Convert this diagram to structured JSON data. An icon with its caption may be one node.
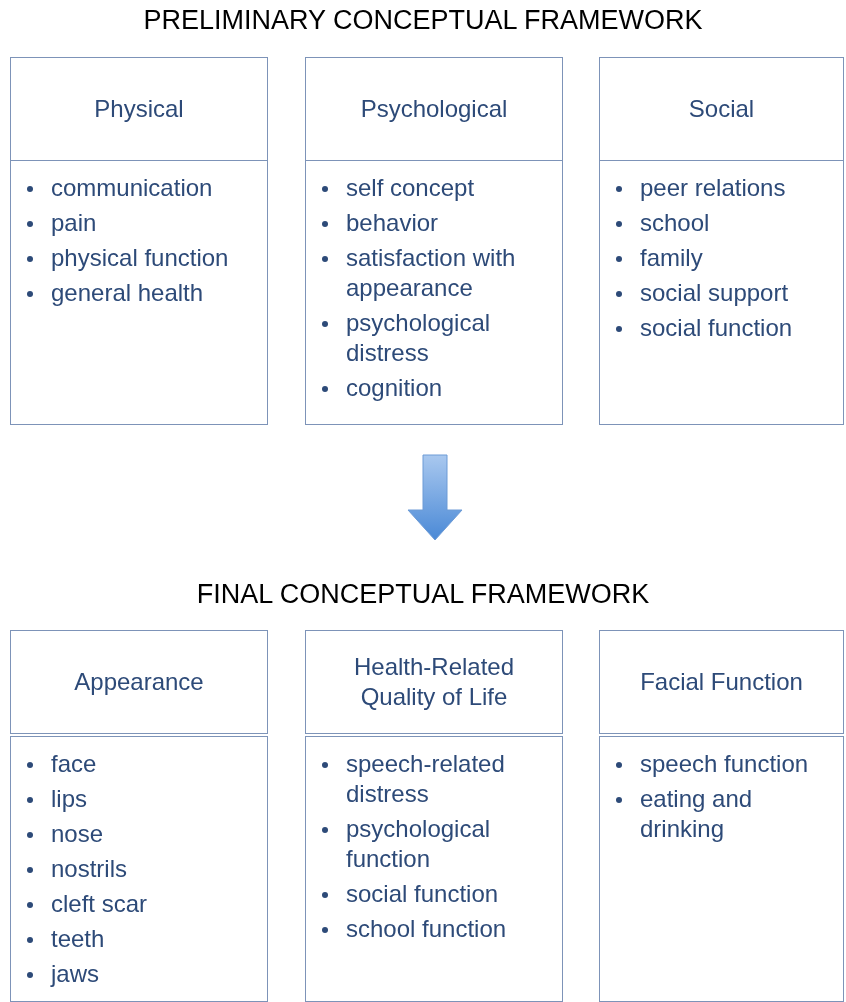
{
  "diagram": {
    "nodes": [
      {
        "text": [
          "PRELIMINARY CONCEPTUAL FRAMEWORK"
        ]
      },
      {
        "text": [
          "Physical",
          "communication",
          "pain",
          "physical function",
          "general health"
        ],
        "in": 0
      },
      {
        "text": [
          "Psychological",
          "self concept",
          "behavior",
          "satisfaction with appearance",
          "psychological distress",
          "cognition"
        ],
        "in": 0
      },
      {
        "text": [
          "Social",
          "peer relations",
          "school",
          "family",
          "social support",
          "social function"
        ],
        "in": 0
      },
      {
        "text": [
          "FINAL CONCEPTUAL FRAMEWORK"
        ]
      },
      {
        "text": [
          "Appearance",
          "face",
          "lips",
          "nose",
          "nostrils",
          "cleft scar",
          "teeth",
          "jaws"
        ],
        "in": 4
      },
      {
        "text": [
          "Health-Related Quality of Life",
          "speech-related distress",
          "psychological function",
          "social function",
          "school function"
        ],
        "in": 4
      },
      {
        "text": [
          "Facial Function",
          "speech function",
          "eating and drinking"
        ],
        "in": 4
      }
    ],
    "edges": [
      {
        "from": 0,
        "to": 4,
        "arrow": "to"
      }
    ]
  }
}
